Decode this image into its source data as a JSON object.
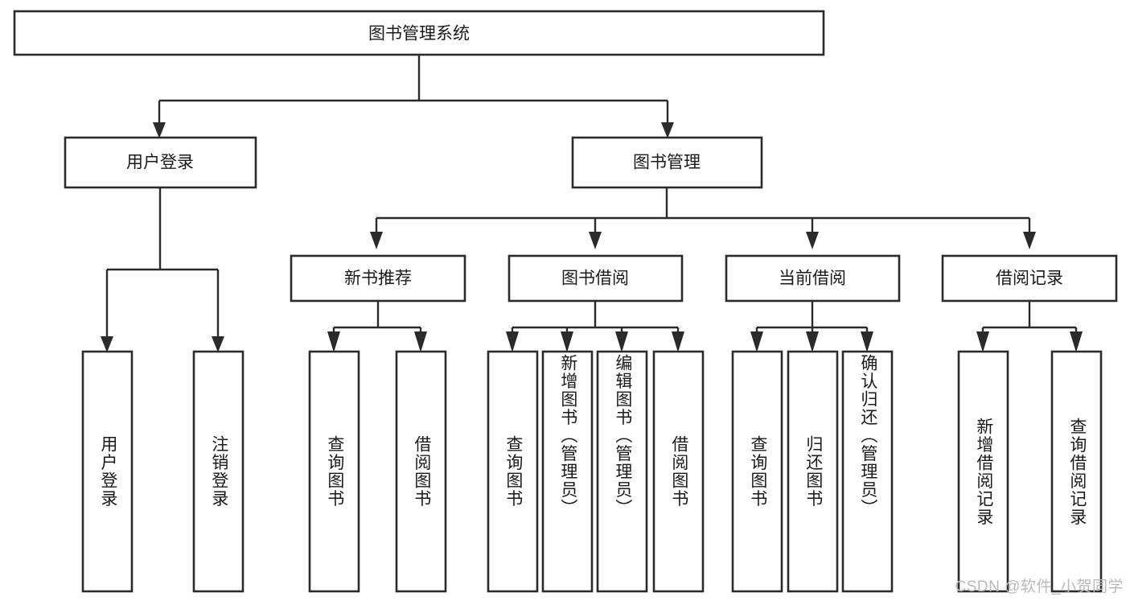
{
  "diagram": {
    "type": "tree",
    "title": "图书管理系统",
    "watermark": "CSDN @软件_小贺同学",
    "colors": {
      "box_stroke": "#2b2b2b",
      "box_fill": "#ffffff",
      "connector": "#2b2b2b",
      "text": "#1a1a1a",
      "watermark": "#b9b9b9",
      "background": "#ffffff"
    },
    "nodes": {
      "root": {
        "label": "图书管理系统"
      },
      "level2": [
        {
          "id": "user-login",
          "label": "用户登录"
        },
        {
          "id": "book-manage",
          "label": "图书管理"
        }
      ],
      "level3": [
        {
          "id": "new-book-rec",
          "label": "新书推荐"
        },
        {
          "id": "book-borrow",
          "label": "图书借阅"
        },
        {
          "id": "current-borrow",
          "label": "当前借阅"
        },
        {
          "id": "borrow-record",
          "label": "借阅记录"
        }
      ],
      "leaves": {
        "user-login": [
          {
            "id": "leaf-user-login",
            "label": "用户登录"
          },
          {
            "id": "leaf-logout",
            "label": "注销登录"
          }
        ],
        "new-book-rec": [
          {
            "id": "leaf-query-book-1",
            "label": "查询图书"
          },
          {
            "id": "leaf-borrow-book-1",
            "label": "借阅图书"
          }
        ],
        "book-borrow": [
          {
            "id": "leaf-query-book-2",
            "label": "查询图书"
          },
          {
            "id": "leaf-add-book",
            "label": "新增图书（管理员）"
          },
          {
            "id": "leaf-edit-book",
            "label": "编辑图书（管理员）"
          },
          {
            "id": "leaf-borrow-book-2",
            "label": "借阅图书"
          }
        ],
        "current-borrow": [
          {
            "id": "leaf-query-book-3",
            "label": "查询图书"
          },
          {
            "id": "leaf-return-book",
            "label": "归还图书"
          },
          {
            "id": "leaf-confirm-return",
            "label": "确认归还（管理员）"
          }
        ],
        "borrow-record": [
          {
            "id": "leaf-add-record",
            "label": "新增借阅记录"
          },
          {
            "id": "leaf-query-record",
            "label": "查询借阅记录"
          }
        ]
      }
    }
  }
}
